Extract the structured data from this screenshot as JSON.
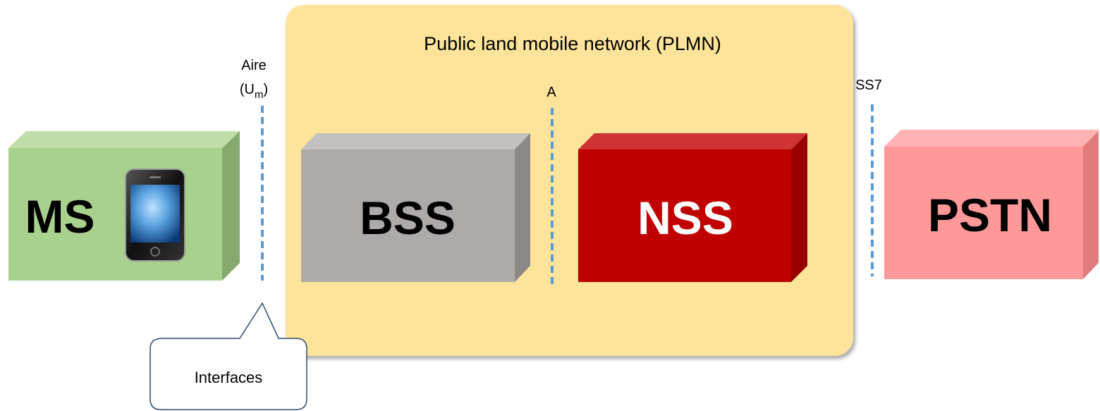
{
  "plmn": {
    "title": "Public land mobile network (PLMN)",
    "fill": "#FDE49A"
  },
  "interfaces": {
    "air_label": "Aire",
    "air_sub_open": "(U",
    "air_sub_index": "m",
    "air_sub_close": ")",
    "a_label": "A",
    "ss7_label": "SS7",
    "line_color": "#5B9BD5"
  },
  "blocks": {
    "ms": {
      "label": "MS",
      "front": "#A9D18E",
      "top": "#C0DEA9",
      "side": "#86A96E"
    },
    "bss": {
      "label": "BSS",
      "front": "#AEAAAA",
      "top": "#C3C0C0",
      "side": "#8C8888"
    },
    "nss": {
      "label": "NSS",
      "front": "#C00000",
      "top": "#D03333",
      "side": "#980000",
      "text_color": "#FFFFFF"
    },
    "pstn": {
      "label": "PSTN",
      "front": "#FF9999",
      "top": "#FFB3B3",
      "side": "#E07C7C"
    }
  },
  "callout": {
    "text": "Interfaces",
    "stroke": "#2E4A6B"
  },
  "icons": {
    "phone": "smartphone-icon"
  }
}
